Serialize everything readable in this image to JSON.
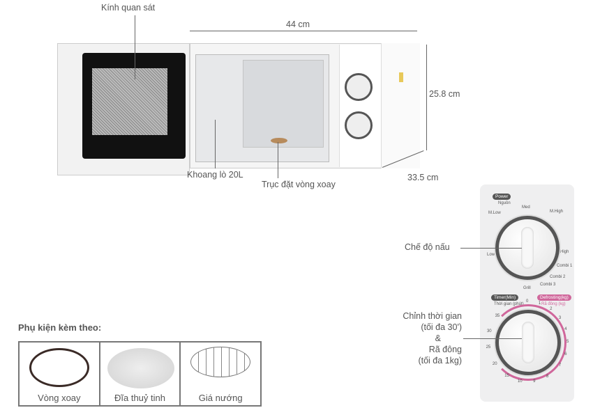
{
  "labels": {
    "glass": "Kính quan sát",
    "width": "44 cm",
    "height": "25.8 cm",
    "depth": "33.5 cm",
    "cavity": "Khoang lò 20L",
    "turntable_axis": "Trục đặt vòng xoay",
    "mode": "Chế độ nấu",
    "timer_1": "Chỉnh thời gian",
    "timer_2": "(tối đa 30')",
    "timer_3": "&",
    "timer_4": "Rã đông",
    "timer_5": "(tối đa 1kg)"
  },
  "dial": {
    "power": "Power",
    "power_sub": "Nguồn",
    "m_low": "M.Low",
    "med": "Med",
    "m_high": "M.High",
    "high": "High",
    "low": "Low",
    "combi1": "Combi 1",
    "combi2": "Combi 2",
    "combi3": "Combi 3",
    "grill": "Grill",
    "timer": "Timer(Min)",
    "timer_sub": "Thời gian (phút)",
    "defrost": "Defrosting(kg)",
    "defrost_sub": "Rã đông (kg)",
    "timer_ticks": [
      "0",
      "1",
      "2",
      "3",
      "4",
      "5",
      "6",
      "7",
      "8",
      "9",
      "10",
      "15",
      "20",
      "25",
      "30",
      "35"
    ]
  },
  "accessories": {
    "title": "Phụ kiện kèm theo:",
    "items": [
      {
        "label": "Vòng xoay"
      },
      {
        "label": "Đĩa thuỷ tinh"
      },
      {
        "label": "Giá nướng"
      }
    ]
  },
  "colors": {
    "defrost": "#d0679b",
    "dial_ring": "#555555"
  }
}
